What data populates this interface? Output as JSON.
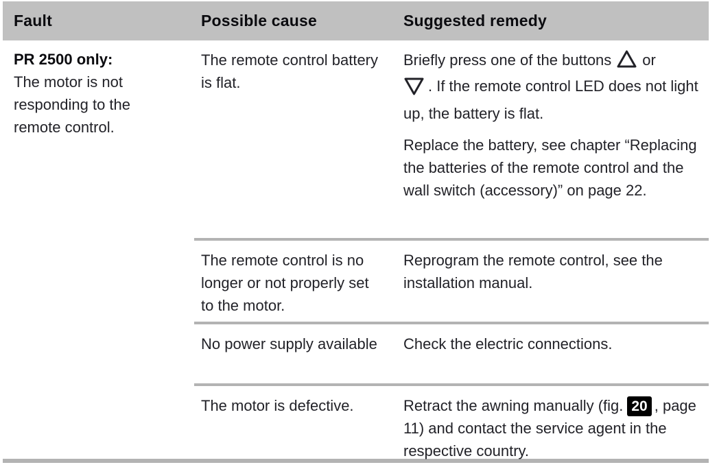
{
  "table": {
    "header": {
      "fault": "Fault",
      "cause": "Possible cause",
      "remedy": "Suggested remedy"
    },
    "fault_cell": {
      "title": "PR 2500 only:",
      "text": "The motor is not responding to the remote control."
    },
    "row1": {
      "cause": "The remote control battery is flat.",
      "remedy_p1_before_up_triangle": "Briefly press one of the buttons",
      "remedy_p1_between_triangles": "or",
      "remedy_p1_after_down_triangle": ". If the remote control LED does not light up, the battery is flat.",
      "remedy_p2": "Replace the battery, see chapter “Replacing the batteries of the remote control and the wall switch (accessory)” on page 22."
    },
    "row2": {
      "cause": "The remote control is no longer or not properly set to the motor.",
      "remedy": "Reprogram the remote control, see the installation manual."
    },
    "row3": {
      "cause": "No power supply available",
      "remedy": "Check the electric connections."
    },
    "row4": {
      "cause": "The motor is defective.",
      "remedy_before_badge": "Retract the awning manually (fig.",
      "fig_badge": "20",
      "remedy_after_badge": ", page 11) and contact the service agent in the respective country."
    },
    "icons": {
      "up_triangle": "triangle-up-outline-icon",
      "down_triangle": "triangle-down-outline-icon"
    },
    "colors": {
      "header_bg": "#c0c0c0",
      "divider": "#b3b3b3",
      "text": "#222228",
      "badge_bg": "#000000",
      "badge_text": "#ffffff"
    }
  }
}
